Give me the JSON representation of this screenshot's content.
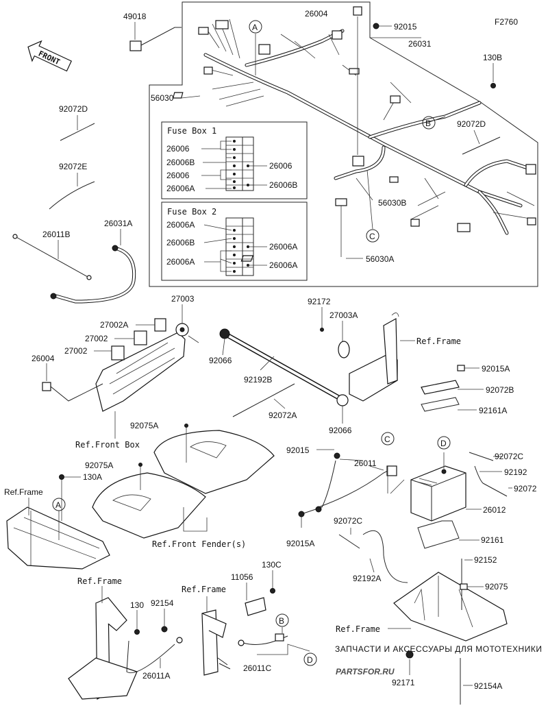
{
  "figure_code": "F2760",
  "front_arrow_label": "FRONT",
  "fuse_box_1": {
    "title": "Fuse Box 1",
    "left_labels": [
      "26006",
      "26006B",
      "26006",
      "26006A"
    ],
    "right_labels": [
      "26006",
      "26006B"
    ]
  },
  "fuse_box_2": {
    "title": "Fuse Box 2",
    "left_labels": [
      "26006A",
      "26006B",
      "26006A"
    ],
    "right_labels": [
      "26006A",
      "26006A"
    ]
  },
  "callouts": {
    "A": "A",
    "B": "B",
    "C": "C",
    "D": "D"
  },
  "part_numbers": {
    "p49018": "49018",
    "p56030": "56030",
    "p26004_top": "26004",
    "p92015_top": "92015",
    "p26031": "26031",
    "p130B": "130B",
    "p92072D_right": "92072D",
    "p56030B": "56030B",
    "p56030A": "56030A",
    "p92072D_left": "92072D",
    "p92072E": "92072E",
    "p26031A": "26031A",
    "p26011B": "26011B",
    "p27003": "27003",
    "p27002A": "27002A",
    "p27002_a": "27002",
    "p27002_b": "27002",
    "p26004_left": "26004",
    "p92172": "92172",
    "p27003A": "27003A",
    "p92066_a": "92066",
    "p92192B": "92192B",
    "p92072A": "92072A",
    "p92066_b": "92066",
    "p92015A_top": "92015A",
    "p92072B": "92072B",
    "p92161A": "92161A",
    "p92075A_a": "92075A",
    "p92075A_b": "92075A",
    "p130A": "130A",
    "p92015_mid": "92015",
    "p26011": "26011",
    "p92072C_right": "92072C",
    "p92192": "92192",
    "p92072": "92072",
    "p26012": "26012",
    "p92072C_mid": "92072C",
    "p92015A_mid": "92015A",
    "p92161": "92161",
    "p92192A": "92192A",
    "p92152": "92152",
    "p92075": "92075",
    "p130C": "130C",
    "p11056": "11056",
    "p130": "130",
    "p92154": "92154",
    "p26011A": "26011A",
    "p26011C": "26011C",
    "p92171": "92171",
    "p92154A": "92154A"
  },
  "references": {
    "ref_frame_1": "Ref.Frame",
    "ref_front_box": "Ref.Front Box",
    "ref_frame_2": "Ref.Frame",
    "ref_front_fenders": "Ref.Front Fender(s)",
    "ref_frame_3": "Ref.Frame",
    "ref_frame_4": "Ref.Frame",
    "ref_frame_5": "Ref.Frame"
  },
  "watermark": {
    "line1": "ЗАПЧАСТИ И АКСЕССУАРЫ ДЛЯ МОТОТЕХНИКИ",
    "line2": "PARTSFOR.RU"
  },
  "colors": {
    "line": "#222222",
    "background": "#ffffff",
    "watermark_red": "#e88a8a",
    "watermark_grey": "#b8b8b8"
  }
}
